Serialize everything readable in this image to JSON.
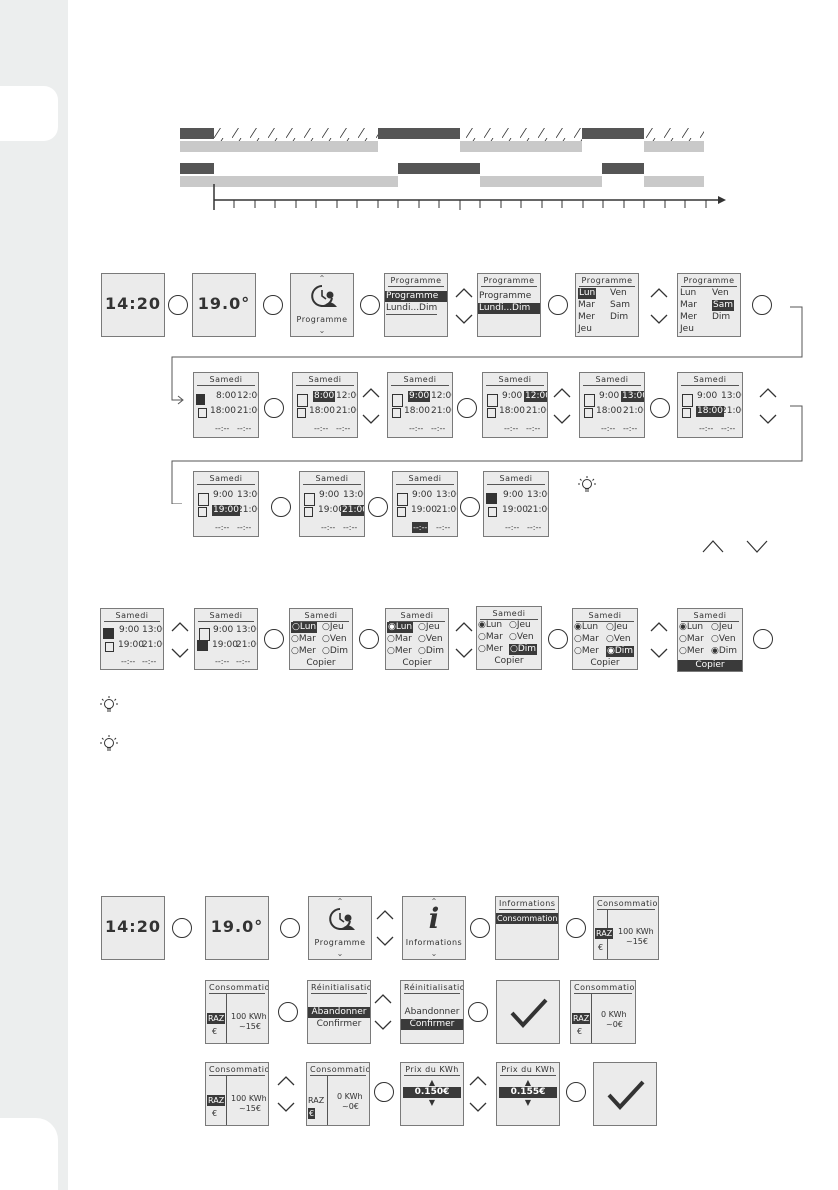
{
  "screens": {
    "clock": "14:20",
    "temp": "19.0°",
    "programme": "Programme",
    "informations": "Informations",
    "prog_header": "Programme",
    "prog_item1": "Programme",
    "prog_item2": "Lundi...Dim",
    "days": {
      "lun": "Lun",
      "mar": "Mar",
      "mer": "Mer",
      "jeu": "Jeu",
      "ven": "Ven",
      "sam": "Sam",
      "dim": "Dim"
    },
    "samedi": "Samedi",
    "t_800": "8:00",
    "t_1200": "12:00",
    "t_1800": "18:00",
    "t_2100": "21:00",
    "t_900": "9:00",
    "t_1300": "13:00",
    "t_1900": "19:00",
    "t_blank": "--:--",
    "copier": "Copier",
    "info_header": "Informations",
    "consommation": "Consommation",
    "kwh100": "100 KWh",
    "eur15": "~15€",
    "kwh0": "0 KWh",
    "eur0": "~0€",
    "raz": "RAZ",
    "euro": "€",
    "reinit": "Réinitialisation",
    "abandonner": "Abandonner",
    "confirmer": "Confirmer",
    "prix": "Prix du KWh",
    "p150": "0.150€",
    "p155": "0.155€"
  },
  "icons": [
    "clock-person-icon",
    "info-icon",
    "checkmark-icon",
    "pencil-icon",
    "copy-icon",
    "lightbulb-icon",
    "chevron-up-icon",
    "chevron-down-icon",
    "ok-button-icon"
  ]
}
